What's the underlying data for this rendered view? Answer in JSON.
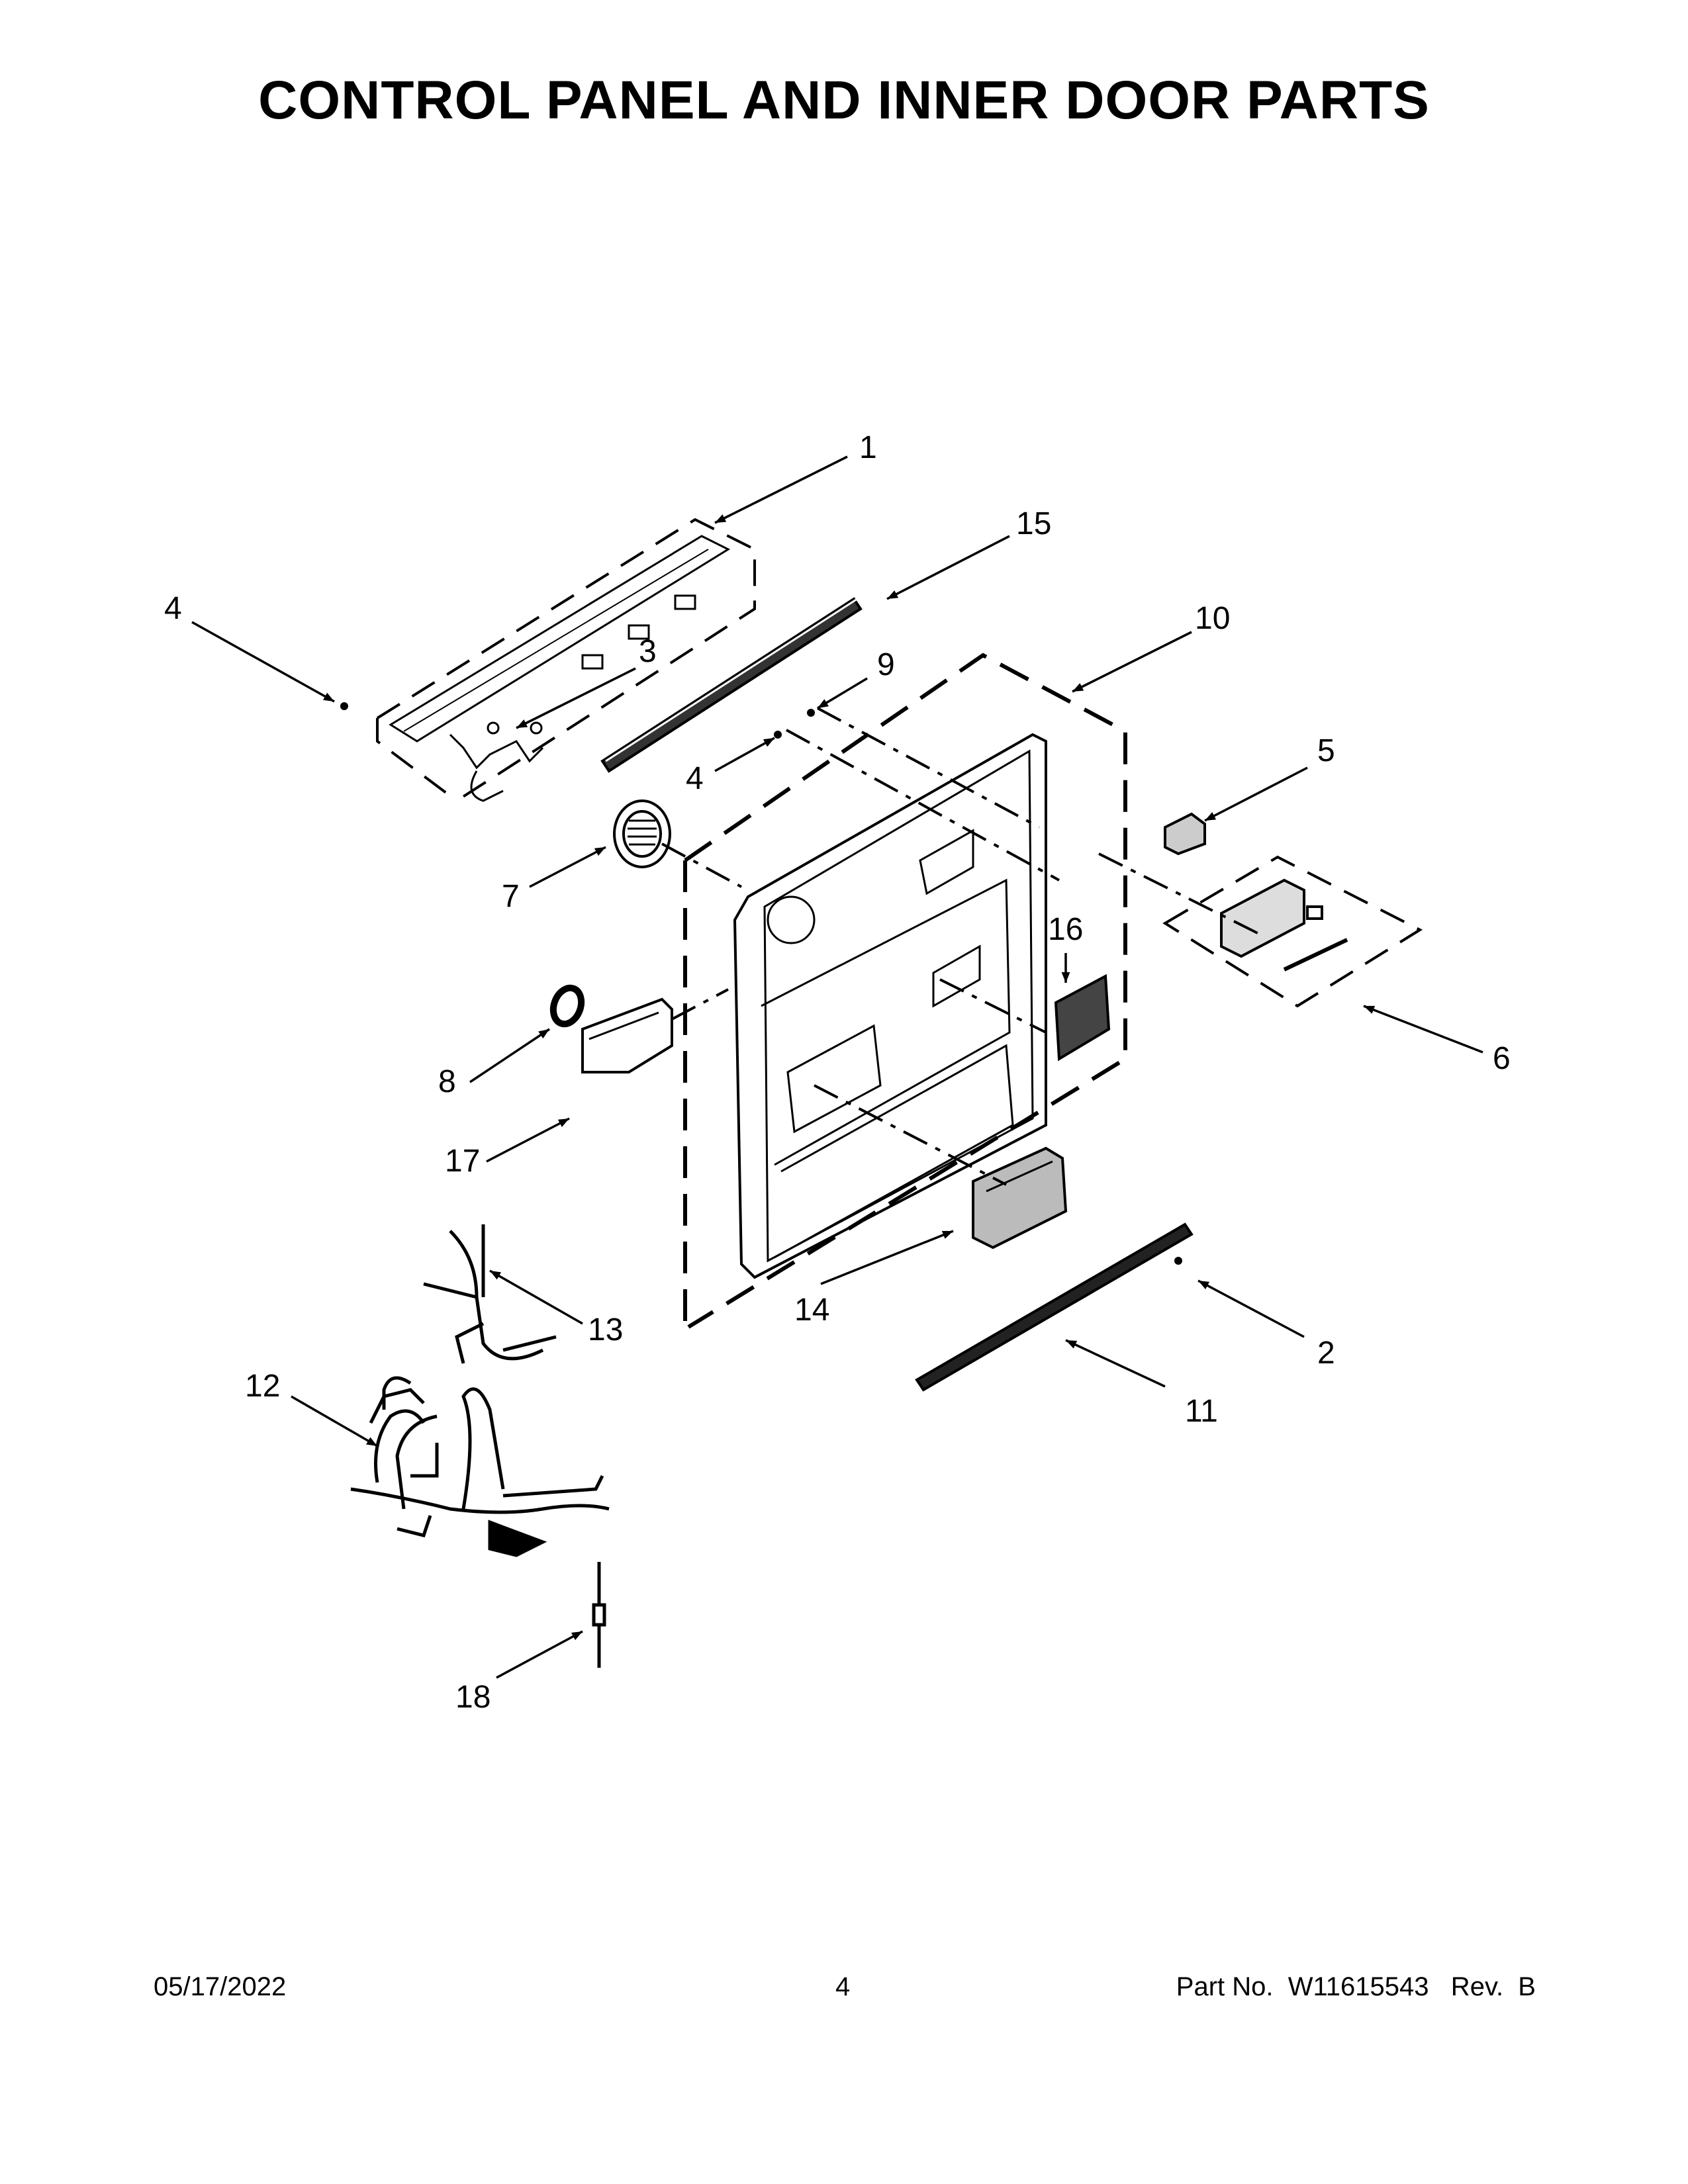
{
  "title": "CONTROL PANEL AND INNER DOOR PARTS",
  "callouts": [
    "1",
    "15",
    "4",
    "3",
    "10",
    "9",
    "4",
    "5",
    "7",
    "16",
    "8",
    "6",
    "17",
    "13",
    "14",
    "2",
    "12",
    "11",
    "18"
  ],
  "footer": {
    "date": "05/17/2022",
    "page": "4",
    "part": "Part No.  W11615543   Rev.  B"
  }
}
